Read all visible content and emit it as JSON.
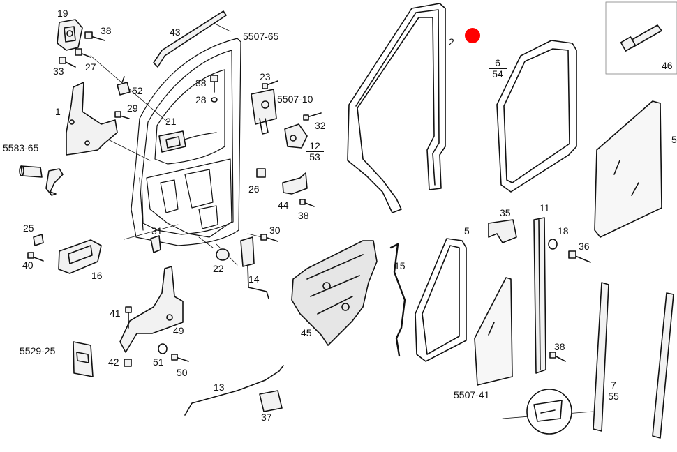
{
  "marker": {
    "color": "#ff0000"
  },
  "colors": {
    "stroke": "#111111",
    "part_fill": "#f2f2f2",
    "glass_fill": "#f7f7f7",
    "box_border": "#999999"
  },
  "labels": {
    "p19": "19",
    "p38a": "38",
    "p33": "33",
    "p27": "27",
    "p43": "43",
    "r5507_65": "5507-65",
    "p52": "52",
    "p1": "1",
    "p29": "29",
    "p38b": "38",
    "p28": "28",
    "p23": "23",
    "r5507_10": "5507-10",
    "p21": "21",
    "p32": "32",
    "r5583_65": "5583-65",
    "p26": "26",
    "p44": "44",
    "p38c": "38",
    "p25": "25",
    "p31": "31",
    "p30": "30",
    "p40": "40",
    "p16": "16",
    "p22": "22",
    "p14": "14",
    "p41": "41",
    "p49": "49",
    "r5529_25": "5529-25",
    "p42": "42",
    "p51": "51",
    "p50": "50",
    "p13": "13",
    "p37": "37",
    "p45": "45",
    "p15": "15",
    "p2": "2",
    "p5a": "5",
    "p35": "35",
    "p11": "11",
    "p18": "18",
    "p36": "36",
    "p38d": "38",
    "r5507_41": "5507-41",
    "p46": "46",
    "p5b": "5"
  },
  "fractions": {
    "f12_53": {
      "num": "12",
      "den": "53"
    },
    "f6_54": {
      "num": "6",
      "den": "54"
    },
    "f7_55": {
      "num": "7",
      "den": "55"
    }
  }
}
